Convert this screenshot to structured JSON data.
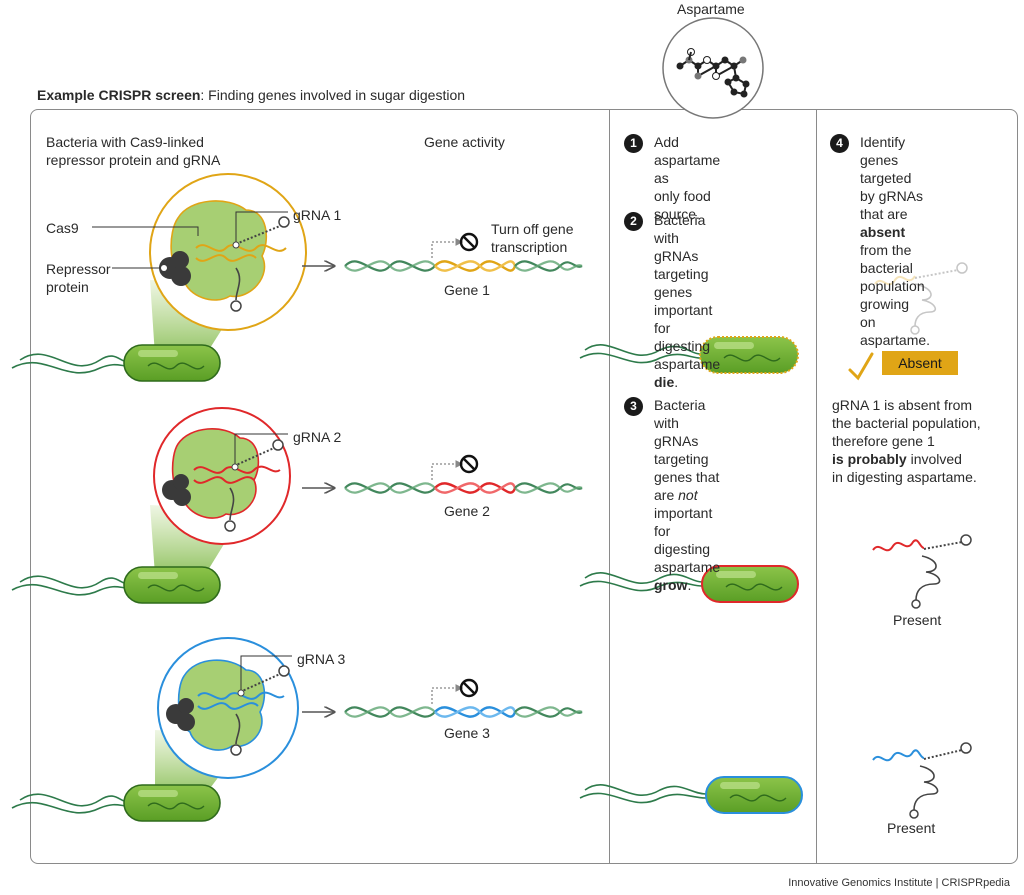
{
  "header": {
    "bold": "Example CRISPR screen",
    "rest": ": Finding genes involved in sugar digestion",
    "aspartame_label": "Aspartame"
  },
  "col1": {
    "title_line1": "Bacteria with Cas9-linked",
    "title_line2": "repressor protein and gRNA",
    "cas9": "Cas9",
    "repressor_line1": "Repressor",
    "repressor_line2": "protein",
    "grna1": "gRNA 1",
    "grna2": "gRNA 2",
    "grna3": "gRNA 3"
  },
  "col2": {
    "title": "Gene activity",
    "turnoff_line1": "Turn off gene",
    "turnoff_line2": "transcription",
    "gene1": "Gene 1",
    "gene2": "Gene 2",
    "gene3": "Gene 3"
  },
  "steps": [
    {
      "num": "1",
      "lines": [
        "Add aspartame as",
        "only food source."
      ]
    },
    {
      "num": "2",
      "lines": [
        "Bacteria with gRNAs",
        "targeting genes",
        "important for",
        "digesting"
      ],
      "last_pre": "aspartame ",
      "last_bold": "die",
      "last_post": "."
    },
    {
      "num": "3",
      "lines": [
        "Bacteria with gRNAs",
        "targeting genes that"
      ],
      "l3_pre": "are ",
      "l3_italic": "not",
      "l3_post": " important",
      "l4": "for digesting",
      "last_pre": "aspartame ",
      "last_bold": "grow",
      "last_post": "."
    },
    {
      "num": "4",
      "lines": [
        "Identify genes",
        "targeted by gRNAs"
      ],
      "l3_pre": "that are ",
      "l3_bold": "absent",
      "l4": "from the bacterial",
      "l5": "population growing",
      "l6": "on aspartame."
    }
  ],
  "col4": {
    "absent": "Absent",
    "conclusion_line1": "gRNA 1 is absent from",
    "conclusion_line2": "the bacterial population,",
    "conclusion_line3": "therefore gene 1",
    "conclusion_bold": "is probably",
    "conclusion_line4_post": " involved",
    "conclusion_line5": "in digesting aspartame.",
    "present1": "Present",
    "present2": "Present"
  },
  "colors": {
    "gold": "#e0a516",
    "red": "#e0282a",
    "blue": "#2a8fdc",
    "green_dark": "#2d7a4a",
    "bacteria_green": "#6cae2f",
    "protein_green": "#a7cf73"
  },
  "credit": "Innovative Genomics Institute | CRISPRpedia"
}
